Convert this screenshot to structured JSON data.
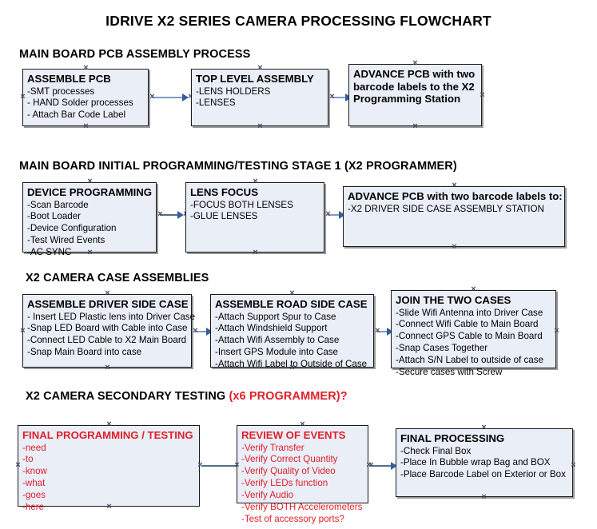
{
  "document": {
    "title": "IDRIVE X2  SERIES CAMERA PROCESSING FLOWCHART"
  },
  "colors": {
    "box_fill": "#e9eef7",
    "box_border": "#1a1a1a",
    "text": "#000000",
    "accent_red": "#e0202a",
    "connector": "#7f9dbd",
    "arrowhead": "#2f5f9e"
  },
  "sections": [
    {
      "id": "main-board-pcb-assembly-process",
      "heading": "MAIN BOARD PCB ASSEMBLY PROCESS",
      "heading_accent": "",
      "boxes": [
        {
          "id": "assemble-pcb",
          "title": "ASSEMBLE PCB",
          "lines": [
            "-SMT processes",
            "- HAND Solder processes",
            "- Attach Bar Code Label"
          ]
        },
        {
          "id": "top-level-assembly",
          "title": "TOP LEVEL ASSEMBLY",
          "lines": [
            "-LENS HOLDERS",
            "-LENSES"
          ]
        },
        {
          "id": "advance-pcb-to-x2-programming-station",
          "title": "ADVANCE PCB with two barcode labels to the  X2 Programming Station",
          "lines": []
        }
      ]
    },
    {
      "id": "main-board-initial-programming-testing-stage-1",
      "heading": "MAIN BOARD INITIAL PROGRAMMING/TESTING STAGE 1 (X2 PROGRAMMER)",
      "heading_accent": "",
      "boxes": [
        {
          "id": "device-programming",
          "title": "DEVICE PROGRAMMING",
          "lines": [
            "-Scan Barcode",
            "-Boot Loader",
            "-Device Configuration",
            "-Test Wired Events",
            "-AC SYNC"
          ]
        },
        {
          "id": "lens-focus",
          "title": "LENS FOCUS",
          "lines": [
            "-FOCUS BOTH LENSES",
            "-GLUE LENSES"
          ]
        },
        {
          "id": "advance-pcb-to-driver-side-case-assembly-station",
          "title": "ADVANCE PCB with two barcode labels to:",
          "lines": [
            "-X2 DRIVER  SIDE  CASE  ASSEMBLY STATION"
          ]
        }
      ]
    },
    {
      "id": "x2-camera-case-assemblies",
      "heading": "X2 CAMERA CASE ASSEMBLIES",
      "heading_accent": "",
      "boxes": [
        {
          "id": "assemble-driver-side-case",
          "title": "ASSEMBLE DRIVER SIDE CASE",
          "lines": [
            "- Insert LED Plastic lens into Driver Case",
            "-Snap LED Board with Cable into Case",
            "-Connect LED Cable to X2 Main Board",
            "-Snap Main Board into case"
          ]
        },
        {
          "id": "assemble-road-side-case",
          "title": "ASSEMBLE ROAD SIDE CASE",
          "lines": [
            "-Attach Support Spur to Case",
            "-Attach Windshield Support",
            "-Attach Wifi Assembly to Case",
            "-Insert GPS Module into Case",
            "-Attach Wifi Label to Outside of Case"
          ]
        },
        {
          "id": "join-the-two-cases",
          "title": "JOIN THE TWO CASES",
          "lines": [
            "-Slide Wifi Antenna into Driver Case",
            "-Connect Wifi Cable to Main Board",
            "-Connect GPS Cable to Main Board",
            "-Snap Cases Together",
            "-Attach S/N Label to outside of case",
            "-Secure cases with Screw"
          ]
        }
      ]
    },
    {
      "id": "x2-camera-secondary-testing",
      "heading": "X2 CAMERA SECONDARY TESTING ",
      "heading_accent": "(x6 PROGRAMMER)?",
      "boxes": [
        {
          "id": "final-programming-testing",
          "title": "FINAL PROGRAMMING / TESTING",
          "lines": [
            "-need",
            "-to",
            "-know",
            "-what",
            "-goes",
            "-here"
          ]
        },
        {
          "id": "review-of-events",
          "title": "REVIEW OF EVENTS",
          "lines": [
            "-Verify Transfer",
            "-Verify Correct Quantity",
            "-Verify Quality of Video",
            "-Verify LEDs function",
            "-Verify Audio",
            "-Verify BOTH Accelerometers",
            "-Test of accessory ports?"
          ]
        },
        {
          "id": "final-processing",
          "title": "FINAL PROCESSING",
          "lines": [
            "-Check Final Box",
            "-Place In Bubble wrap Bag and BOX",
            "-Place Barcode Label on Exterior or Box"
          ]
        }
      ]
    }
  ]
}
